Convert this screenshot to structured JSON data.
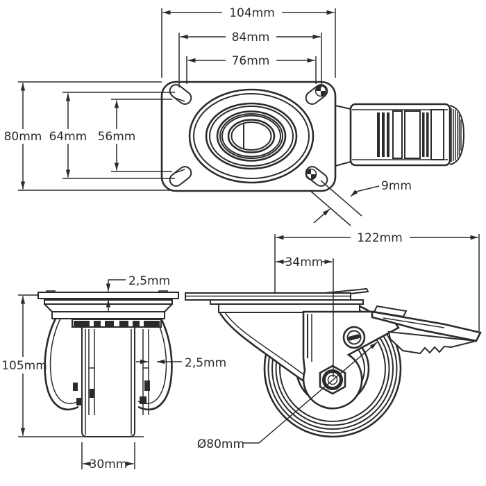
{
  "colors": {
    "background": "#ffffff",
    "line": "#2b2b2b",
    "text": "#2b2b2b"
  },
  "views": {
    "plan": {
      "dim_overall_width": "104mm",
      "dim_hole_span_outer": "84mm",
      "dim_hole_span_inner": "76mm",
      "dim_plate_depth": "80mm",
      "dim_hole_depth_outer": "64mm",
      "dim_hole_depth_inner": "56mm",
      "dim_slot_width": "9mm"
    },
    "front": {
      "dim_plate_thickness": "2,5mm",
      "dim_overall_height": "105mm",
      "dim_fork_thickness": "2,5mm",
      "dim_wheel_width": "30mm"
    },
    "side": {
      "dim_overall_length": "122mm",
      "dim_swivel_offset": "34mm",
      "dim_wheel_diameter": "Ø80mm"
    }
  }
}
